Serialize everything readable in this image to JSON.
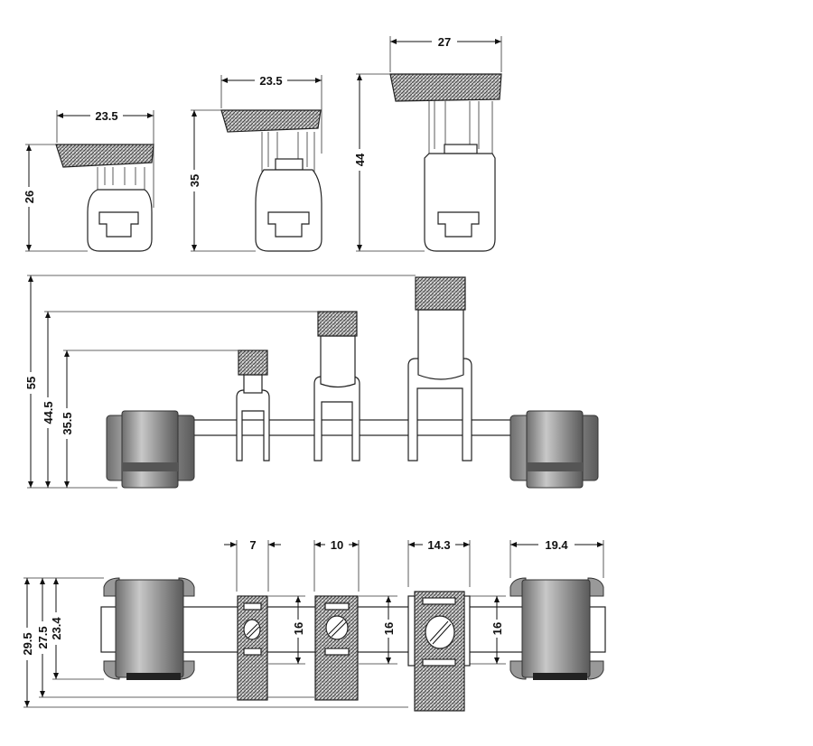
{
  "top_views": [
    {
      "width_label": "23.5",
      "height_label": "26"
    },
    {
      "width_label": "23.5",
      "height_label": "35"
    },
    {
      "width_label": "27",
      "height_label": "44"
    }
  ],
  "side_view": {
    "height_labels": [
      "55",
      "44.5",
      "35.5"
    ]
  },
  "bottom_view": {
    "width_labels": [
      "7",
      "10",
      "14.3",
      "19.4"
    ],
    "spacing_labels": [
      "16",
      "16",
      "16"
    ],
    "height_labels": [
      "29.5",
      "27.5",
      "23.4"
    ]
  },
  "colors": {
    "line": "#111111",
    "metal": "#8a8a8a",
    "hatch": "#555555"
  }
}
